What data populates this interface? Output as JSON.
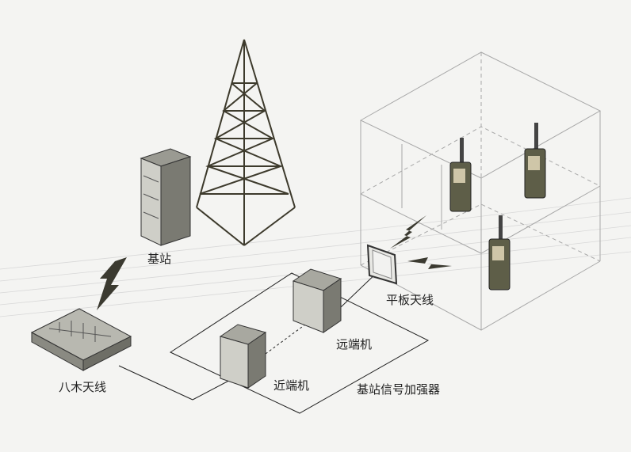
{
  "labels": {
    "base_station": "基站",
    "yagi_antenna": "八木天线",
    "near_end_unit": "近端机",
    "far_end_unit": "远端机",
    "panel_antenna": "平板天线",
    "booster": "基站信号加强器"
  },
  "colors": {
    "device": "#7a7a72",
    "tower": "#3d3a2c",
    "phone": "#5a5a40",
    "line": "#222222",
    "cube": "#aaaaaa"
  }
}
